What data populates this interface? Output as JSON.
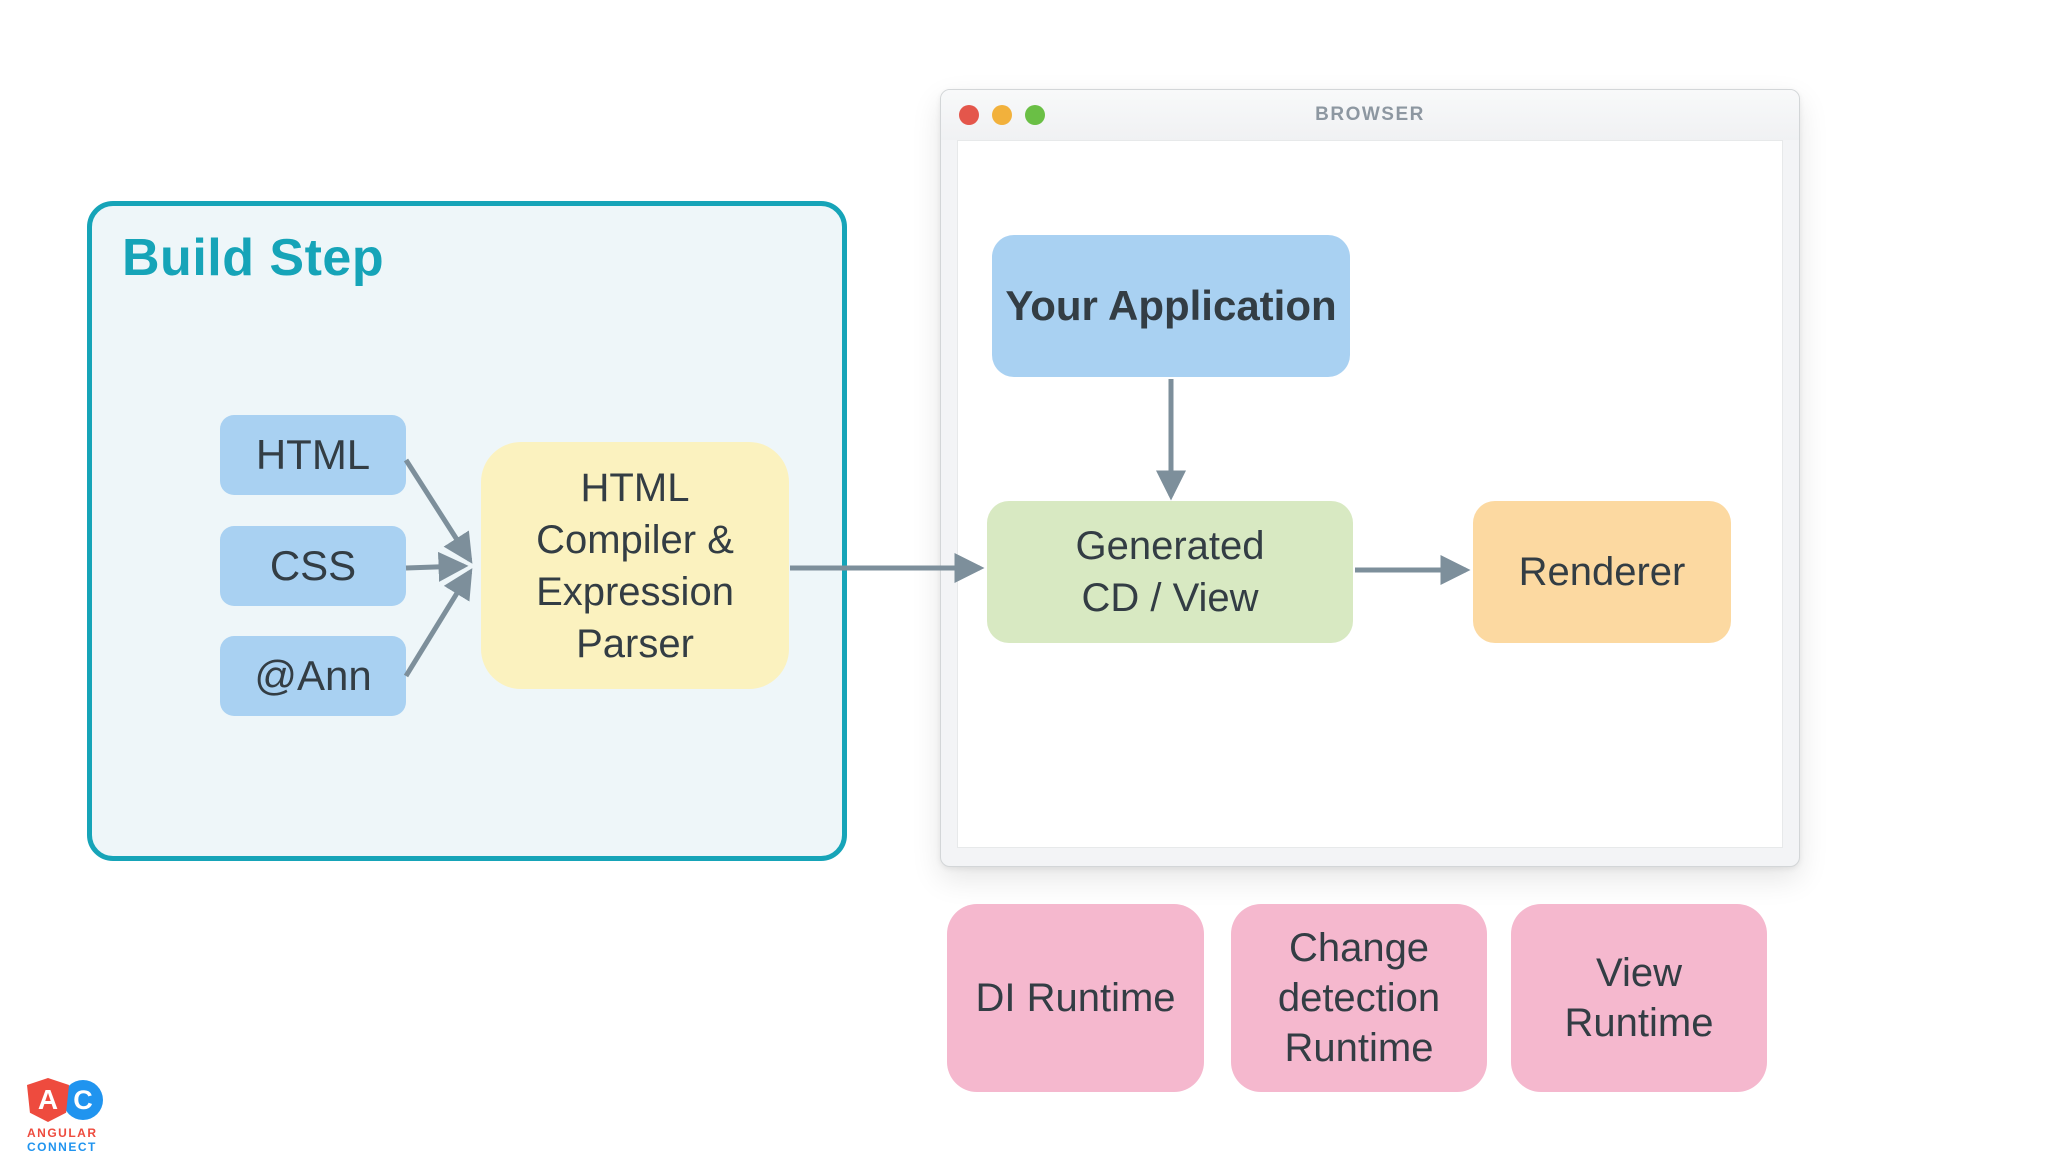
{
  "palette": {
    "teal": "#16a4b8",
    "build_bg": "#eef6f9",
    "blue_box": "#a9d1f2",
    "yellow_box": "#fbf2bf",
    "green_box": "#d8e9c2",
    "orange_box": "#fcd9a1",
    "pink_box": "#f5b8ce",
    "arrow": "#7d8f9b",
    "ink": "#333d44",
    "logo_red": "#ee4b3e",
    "logo_blue": "#2094ef"
  },
  "build_step": {
    "title": "Build Step",
    "inputs": [
      {
        "label": "HTML"
      },
      {
        "label": "CSS"
      },
      {
        "label": "@Ann"
      }
    ],
    "compiler_label": "HTML\nCompiler &\nExpression\nParser"
  },
  "browser": {
    "title": "BROWSER",
    "window_controls": [
      {
        "name": "close"
      },
      {
        "name": "minimize"
      },
      {
        "name": "zoom"
      }
    ],
    "nodes": {
      "application": "Your Application",
      "generated": "Generated\nCD / View",
      "renderer": "Renderer"
    }
  },
  "runtimes": [
    {
      "label": "DI Runtime"
    },
    {
      "label": "Change\ndetection\nRuntime"
    },
    {
      "label": "View\nRuntime"
    }
  ],
  "logo": {
    "letter_a": "A",
    "letter_c": "C",
    "line1": "ANGULAR",
    "line2": "CONNECT"
  }
}
